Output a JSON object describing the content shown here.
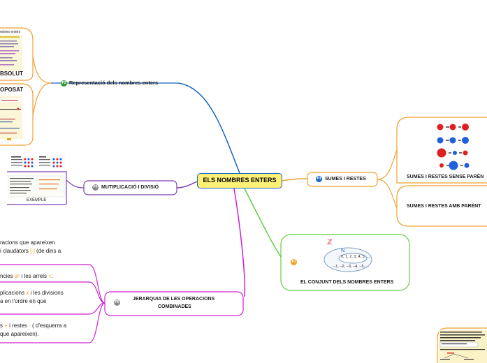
{
  "central": {
    "label": "ELS NOMBRES ENTERS"
  },
  "topics": {
    "p1": {
      "badge": "P1",
      "label": "EL CONJUNT DELS NOMBRES ENTERS",
      "n_symbol": "ℕ",
      "z_symbol": "ℤ",
      "natural_seq": "0, 1, 2, 3, 4, 5, ...",
      "negative_seq": "−1, −2, −3, −4, −5, ..."
    },
    "p2": {
      "badge": "P2",
      "label": "Representació dels nombres enters",
      "sub1_title": "mbres enters",
      "sub1_label": "BSOLUT",
      "sub2_label": "OPOSAT"
    },
    "p3": {
      "badge": "P3",
      "label": "SUMES I RESTES",
      "sub1_label": "SUMES I RESTES SENSE PARÈN",
      "sub2_label": "SUMES I RESTES AMB PARÈNT"
    },
    "p4": {
      "badge": "P4",
      "label": "MUTIPLICACIÓ I DIVISIÓ",
      "example_label": "EXEMPLE"
    },
    "p5": {
      "badge": "P5",
      "label_line1": "JERARQUIA DE LES OPERACIONS",
      "label_line2": "COMBINADES"
    }
  },
  "hierarchy": {
    "item1_line1": "racions que apareixen",
    "item1_line2_a": "i claudàtors ",
    "item1_line2_sym": "[ ]",
    "item1_line2_b": " (de dins a",
    "item2_a": "ncies ",
    "item2_sym1": "aⁿ",
    "item2_b": " i les arrels ",
    "item2_sym2": "√",
    "item2_c": ".",
    "item3_line1_a": "plicacions ",
    "item3_sym": "x",
    "item3_line1_b": " i les divisions",
    "item3_line2": "a en l'ordre en que",
    "item4_line1_a": "s ",
    "item4_sym1": "+",
    "item4_line1_b": " i restes ",
    "item4_sym2": "-",
    "item4_line1_c": " ( d'esquerra a",
    "item4_line2": " que  apareixen)."
  },
  "colors": {
    "blue": "#1565c0",
    "orange": "#f0a030",
    "purple": "#7b3fb0",
    "magenta": "#d020d0",
    "green": "#66cc44",
    "central_fill": "#fff176"
  }
}
